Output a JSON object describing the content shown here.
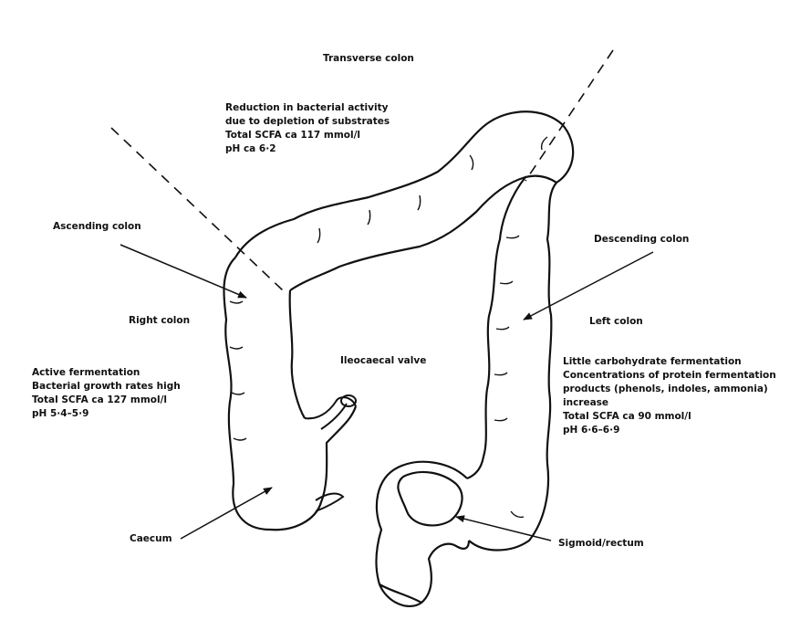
{
  "labels": {
    "transverse_colon": "Transverse colon",
    "ascending_colon": "Ascending colon",
    "descending_colon": "Descending colon",
    "right_colon": "Right colon",
    "left_colon": "Left colon",
    "ileocaecal_valve": "Ileocaecal valve",
    "caecum": "Caecum",
    "sigmoid_rectum": "Sigmoid/rectum"
  },
  "transverse_notes": {
    "line1": "Reduction in bacterial activity",
    "line2": "due to depletion of substrates",
    "line3": "Total SCFA ca 117 mmol/l",
    "line4": "pH ca 6·2"
  },
  "right_notes": {
    "line1": "Active fermentation",
    "line2": "Bacterial growth rates high",
    "line3": "Total SCFA ca 127 mmol/l",
    "line4": "pH 5·4–5·9"
  },
  "left_notes": {
    "line1": "Little carbohydrate fermentation",
    "line2": "Concentrations of protein fermentation",
    "line3": "products (phenols, indoles, ammonia)",
    "line4": "increase",
    "line5": "Total SCFA ca 90 mmol/l",
    "line6": "pH 6·6–6·9"
  },
  "colors": {
    "ink": "#111111",
    "background": "#ffffff"
  }
}
